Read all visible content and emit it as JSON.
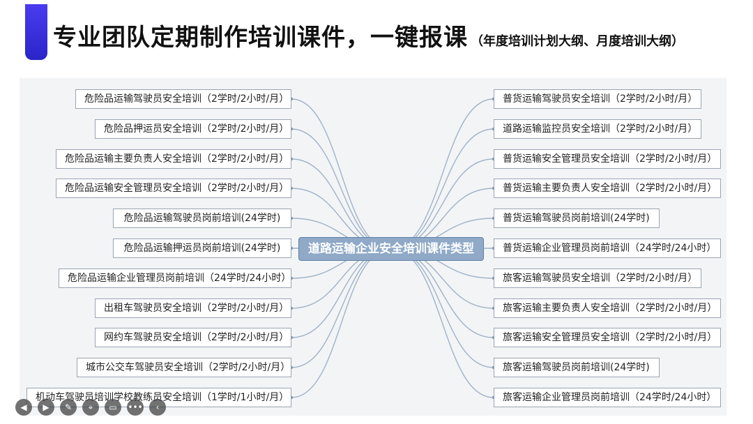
{
  "header": {
    "title_main": "专业团队定期制作培训课件，一键报课",
    "title_sub": "（年度培训计划大纲、月度培训大纲）",
    "accent_color": "#3a30e0"
  },
  "mindmap": {
    "center": "道路运输企业安全培训课件类型",
    "left_items": [
      "危险品运输驾驶员安全培训（2学时/2小时/月）",
      "危险品押运员安全培训（2学时/2小时/月）",
      "危险品运输主要负责人安全培训（2学时/2小时/月）",
      "危险品运输安全管理员安全培训（2学时/2小时/月）",
      "危险品运输驾驶员岗前培训(24学时)",
      "危险品运输押运员岗前培训(24学时)",
      "危险品运输企业管理员岗前培训（24学时/24小时）",
      "出租车驾驶员安全培训（2学时/2小时/月）",
      "网约车驾驶员安全培训（2学时/2小时/月）",
      "城市公交车驾驶员安全培训（2学时/2小时/月）",
      "机动车驾驶员培训学校教练员安全培训（1学时/1小时/月）"
    ],
    "right_items": [
      "普货运输驾驶员安全培训（2学时/2小时/月）",
      "道路运输监控员安全培训（2学时/2小时/月）",
      "普货运输安全管理员安全培训（2学时/2小时/月）",
      "普货运输主要负责人安全培训（2学时/2小时/月）",
      "普货运输驾驶员岗前培训(24学时)",
      "普货运输企业管理员岗前培训（24学时/24小时）",
      "旅客运输驾驶员安全培训（2学时/2小时/月）",
      "旅客运输主要负责人安全培训（2学时/2小时/月）",
      "旅客运输安全管理员安全培训（2学时/2小时/月）",
      "旅客运输驾驶员岗前培训(24学时)",
      "旅客运输企业管理员岗前培训（24学时/24小时）"
    ],
    "link_color": "#9fb3c8"
  },
  "player": {
    "icons": [
      "prev-icon",
      "next-icon",
      "pen-icon",
      "pointer-icon",
      "screen-icon",
      "more-icon",
      "collapse-icon"
    ],
    "glyphs": [
      "◀",
      "▶",
      "✎",
      "⌖",
      "▭",
      "•••",
      "‹"
    ]
  }
}
